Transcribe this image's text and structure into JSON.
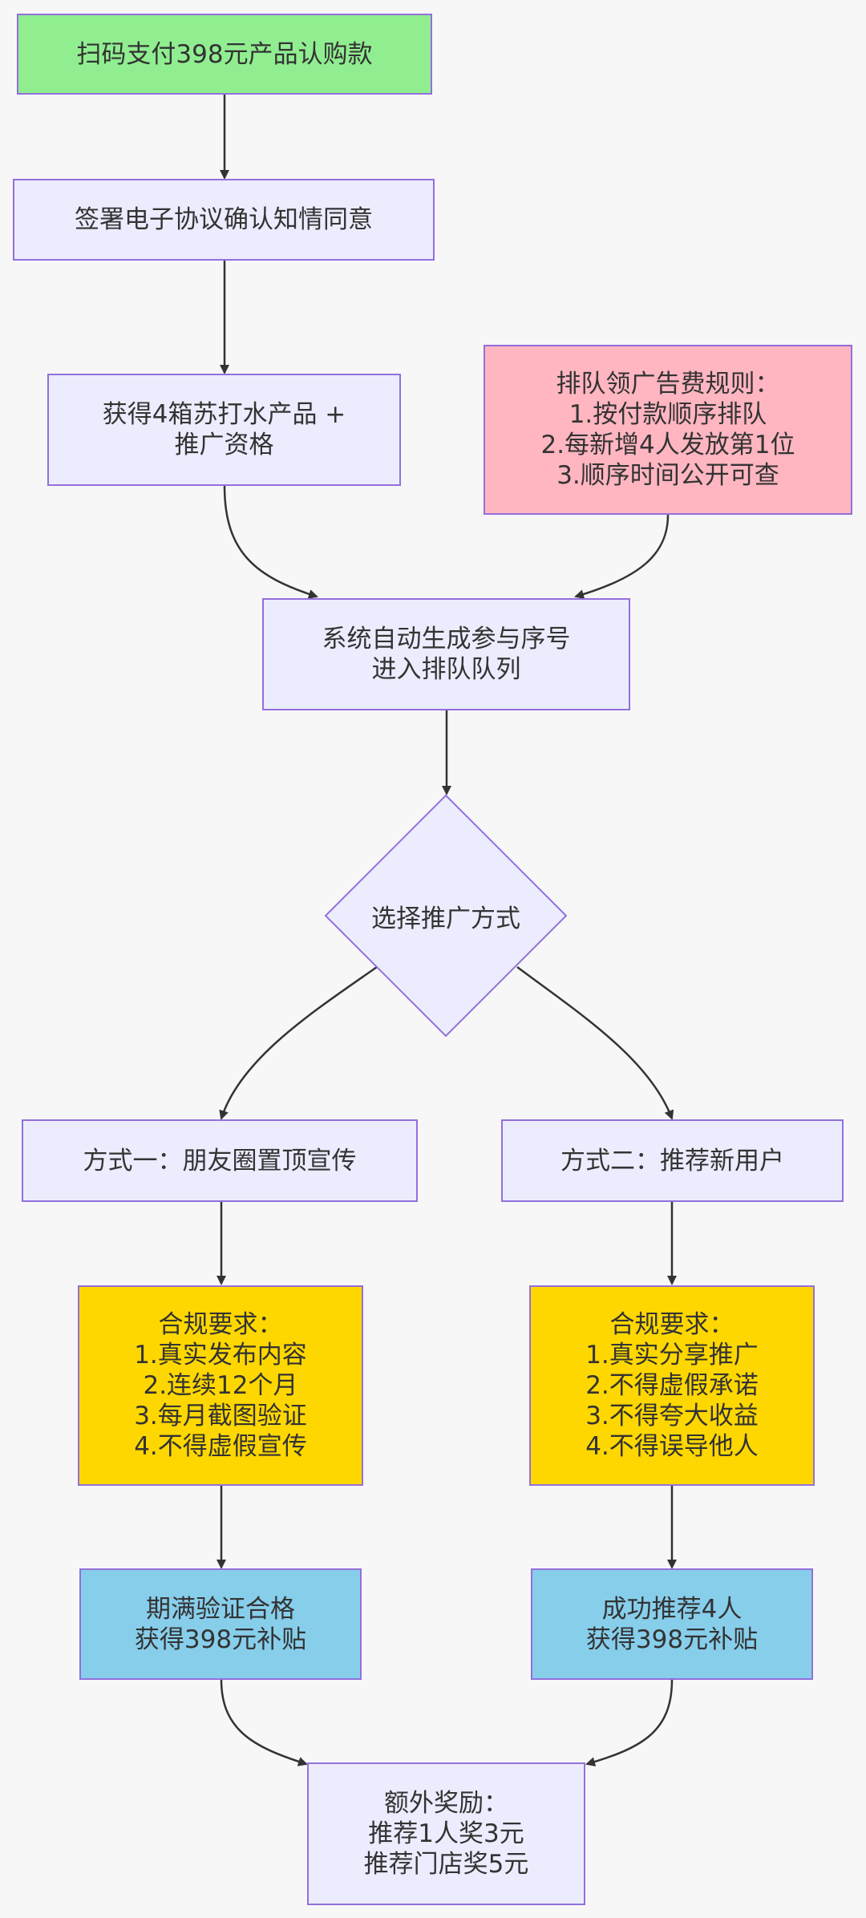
{
  "nodes": {
    "scan_pay": "扫码支付398元产品认购款",
    "sign": "签署电子协议确认知情同意",
    "get_product": "获得4箱苏打水产品 +\n推广资格",
    "rules": "排队领广告费规则：\n1.按付款顺序排队\n2.每新增4人发放第1位\n3.顺序时间公开可查",
    "queue": "系统自动生成参与序号\n进入排队队列",
    "choose": "选择推广方式",
    "way1": "方式一：朋友圈置顶宣传",
    "way2": "方式二：推荐新用户",
    "comp1": "合规要求：\n1.真实发布内容\n2.连续12个月\n3.每月截图验证\n4.不得虚假宣传",
    "comp2": "合规要求：\n1.真实分享推广\n2.不得虚假承诺\n3.不得夸大收益\n4.不得误导他人",
    "reward1": "期满验证合格\n获得398元补贴",
    "reward2": "成功推荐4人\n获得398元补贴",
    "extra": "额外奖励：\n推荐1人奖3元\n推荐门店奖5元"
  },
  "colors": {
    "default_fill": "#ececff",
    "border": "#9370db",
    "start_fill": "#90ee90",
    "rules_fill": "#ffb6c1",
    "compliance_fill": "#ffd700",
    "reward_fill": "#87ceeb",
    "edge": "#333333"
  }
}
